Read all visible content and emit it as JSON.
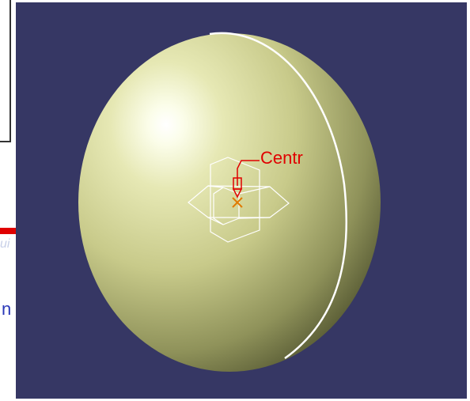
{
  "viewport": {
    "background_color": "#363764",
    "sphere_color": "#e6e8b4",
    "edge_color": "#ffffff",
    "annotation_color": "#e00000"
  },
  "annotation": {
    "label": "Centr"
  },
  "left_panel": {
    "letter": "n",
    "letter_color": "#2a38b8",
    "arrow_color": "#e00000",
    "watermark_text": "ui"
  }
}
